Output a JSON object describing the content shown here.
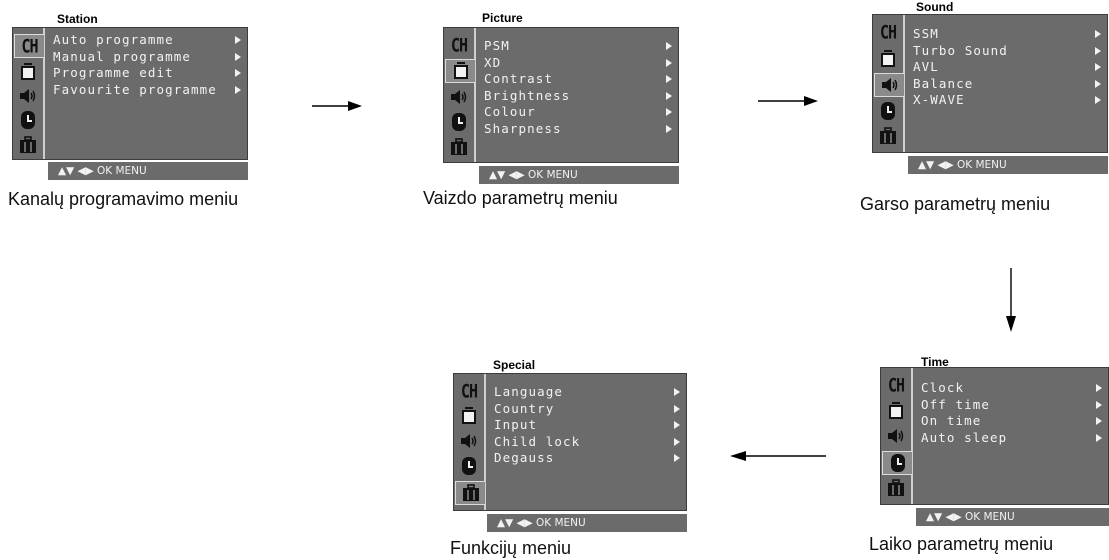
{
  "nav_hint": "▲▼ ◀▶ OK MENU",
  "menus": [
    {
      "title": "Station",
      "items": [
        "Auto programme",
        "Manual programme",
        "Programme edit",
        "Favourite programme"
      ],
      "caption": "Kanalų programavimo meniu",
      "selected_icon": "channel-icon"
    },
    {
      "title": "Picture",
      "items": [
        "PSM",
        "XD",
        "Contrast",
        "Brightness",
        "Colour",
        "Sharpness"
      ],
      "caption": "Vaizdo parametrų meniu",
      "selected_icon": "picture-icon"
    },
    {
      "title": "Sound",
      "items": [
        "SSM",
        "Turbo Sound",
        "AVL",
        "Balance",
        "X-WAVE"
      ],
      "caption": "Garso parametrų meniu",
      "selected_icon": "speaker-icon"
    },
    {
      "title": "Special",
      "items": [
        "Language",
        "Country",
        "Input",
        "Child lock",
        "Degauss"
      ],
      "caption": "Funkcijų meniu",
      "selected_icon": "special-icon"
    },
    {
      "title": "Time",
      "items": [
        "Clock",
        "Off time",
        "On time",
        "Auto sleep"
      ],
      "caption": "Laiko parametrų meniu",
      "selected_icon": "clock-icon"
    }
  ],
  "icon_column": [
    "channel-icon",
    "picture-icon",
    "speaker-icon",
    "clock-icon",
    "special-icon"
  ],
  "icon_text": {
    "channel": "CH"
  },
  "colors": {
    "osd_background": "#6b6b6b",
    "osd_text": "#f2f2f2",
    "highlight": "#8a8a8a"
  }
}
